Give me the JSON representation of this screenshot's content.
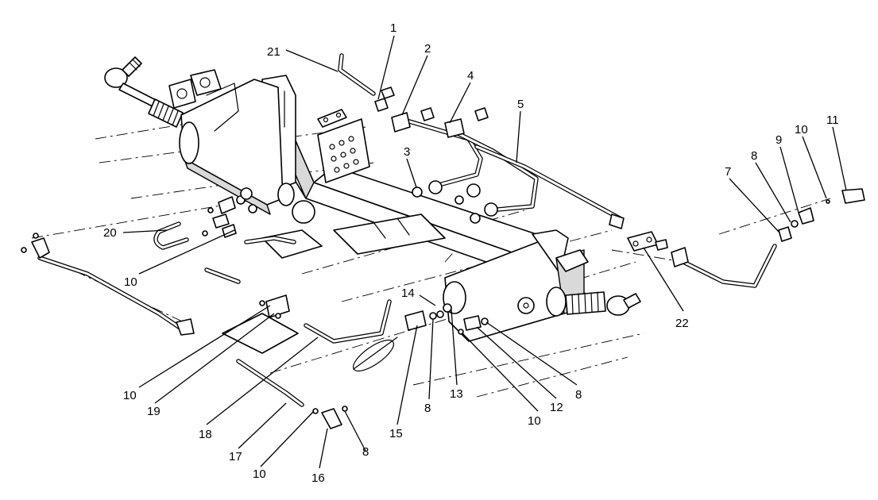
{
  "diagram": {
    "callouts": [
      {
        "id": "c21a",
        "label": "21"
      },
      {
        "id": "c1",
        "label": "1"
      },
      {
        "id": "c2",
        "label": "2"
      },
      {
        "id": "c4",
        "label": "4"
      },
      {
        "id": "c5",
        "label": "5"
      },
      {
        "id": "c3",
        "label": "3"
      },
      {
        "id": "c11",
        "label": "11"
      },
      {
        "id": "c10a",
        "label": "10"
      },
      {
        "id": "c9",
        "label": "9"
      },
      {
        "id": "c8a",
        "label": "8"
      },
      {
        "id": "c7",
        "label": "7"
      },
      {
        "id": "c20",
        "label": "20"
      },
      {
        "id": "c10b",
        "label": "10"
      },
      {
        "id": "c22",
        "label": "22"
      },
      {
        "id": "c14",
        "label": "14"
      },
      {
        "id": "c10c",
        "label": "10"
      },
      {
        "id": "c19",
        "label": "19"
      },
      {
        "id": "c18",
        "label": "18"
      },
      {
        "id": "c17",
        "label": "17"
      },
      {
        "id": "c10d",
        "label": "10"
      },
      {
        "id": "c16",
        "label": "16"
      },
      {
        "id": "c8b",
        "label": "8"
      },
      {
        "id": "c15",
        "label": "15"
      },
      {
        "id": "c8c",
        "label": "8"
      },
      {
        "id": "c13",
        "label": "13"
      },
      {
        "id": "c10e",
        "label": "10"
      },
      {
        "id": "c12",
        "label": "12"
      },
      {
        "id": "c8d",
        "label": "8"
      }
    ]
  }
}
